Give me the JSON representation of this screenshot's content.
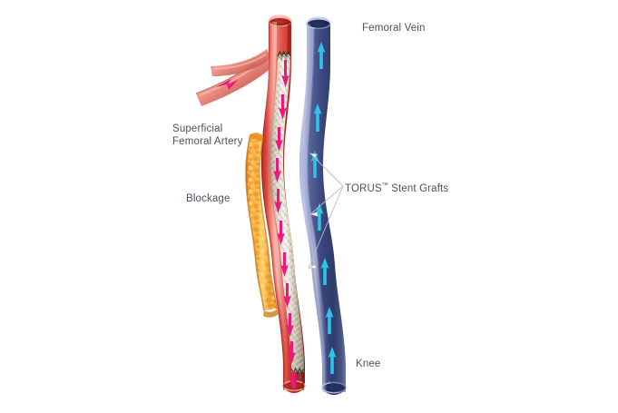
{
  "figure": {
    "title": "Vascular stent graft illustration",
    "background_color": "#ffffff"
  },
  "labels": {
    "femoral_vein": "Femoral Vein",
    "superficial_femoral_artery_line1": "Superficial",
    "superficial_femoral_artery_line2": "Femoral Artery",
    "blockage": "Blockage",
    "torus_name": "TORUS",
    "torus_tm": "™",
    "torus_suffix": " Stent Grafts",
    "knee": "Knee"
  },
  "colors": {
    "artery_red": "#d6352f",
    "artery_red_light": "#ef6a5e",
    "artery_red_dark": "#97211f",
    "vein_blue": "#4a5a96",
    "vein_blue_light": "#aab4da",
    "vein_blue_dark": "#2b3566",
    "plaque_orange": "#f0a030",
    "plaque_orange_light": "#fbd07a",
    "stent_beige": "#cdc3b2",
    "stent_beige_light": "#efe9e0",
    "arterial_flow_arrow": "#ea1a7c",
    "venous_flow_arrow": "#2ec3e8",
    "label_text": "#4a5161",
    "leader_line": "#b9bcc6"
  },
  "anatomy": {
    "vessels": [
      {
        "name": "superficial-femoral-artery",
        "type": "artery",
        "flow_direction": "down",
        "flow_color": "#ea1a7c"
      },
      {
        "name": "femoral-vein",
        "type": "vein",
        "flow_direction": "up",
        "flow_color": "#2ec3e8"
      },
      {
        "name": "artery-branch",
        "type": "artery-branch",
        "flow_direction": "down-right",
        "flow_color": "#ea1a7c"
      }
    ],
    "devices": [
      {
        "name": "torus-stent-graft",
        "location": "inside-artery",
        "texture": "braided-mesh"
      }
    ],
    "pathology": [
      {
        "name": "atherosclerotic-blockage",
        "location": "artery-wall-left",
        "texture": "nodular-plaque"
      }
    ],
    "arterial_arrow_count": 11,
    "venous_arrow_count": 7,
    "leader_line_count": 3
  }
}
